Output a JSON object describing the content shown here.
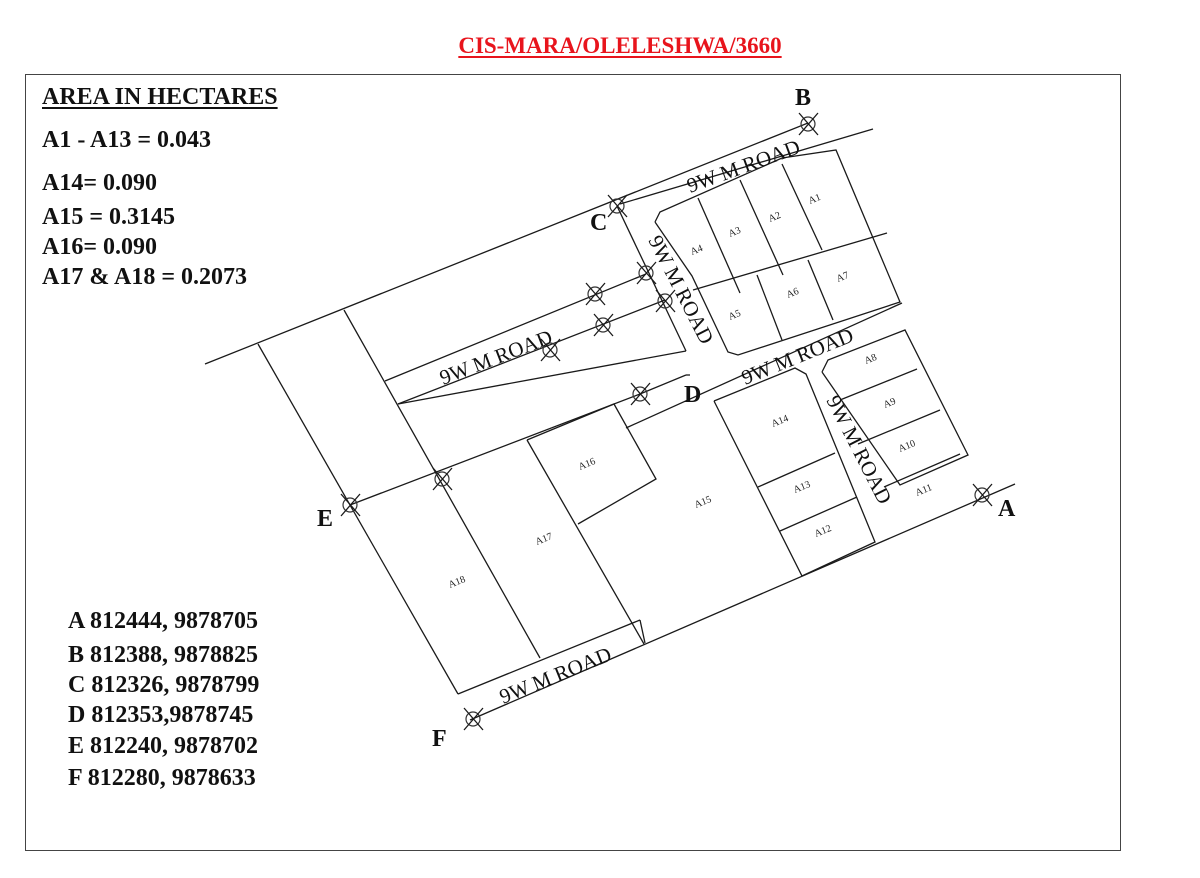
{
  "title": "CIS-MARA/OLELESHWA/3660",
  "colors": {
    "title": "#e8141c",
    "lines": "#1a1a1a",
    "frame": "#444444"
  },
  "area_legend": {
    "heading": "AREA IN  HECTARES",
    "lines": [
      "A1 - A13 = 0.043",
      "A14= 0.090",
      "A15 = 0.3145",
      "A16= 0.090",
      "A17 & A18 = 0.2073"
    ]
  },
  "coordinates": {
    "lines": [
      "A 812444, 9878705",
      "B 812388, 9878825",
      "C 812326, 9878799",
      "D 812353,9878745",
      "E 812240, 9878702",
      "F 812280, 9878633"
    ]
  },
  "points": {
    "A": "A",
    "B": "B",
    "C": "C",
    "D": "D",
    "E": "E",
    "F": "F"
  },
  "roads": {
    "top": "9W M ROAD",
    "vertical_left": "9W M ROAD",
    "middle_left": "9W M ROAD",
    "middle_right": "9W M ROAD",
    "vertical_right": "9W M ROAD",
    "bottom": "9W M ROAD"
  },
  "plots": {
    "A1": "A1",
    "A2": "A2",
    "A3": "A3",
    "A4": "A4",
    "A5": "A5",
    "A6": "A6",
    "A7": "A7",
    "A8": "A8",
    "A9": "A9",
    "A10": "A10",
    "A11": "A11",
    "A12": "A12",
    "A13": "A13",
    "A14": "A14",
    "A15": "A15",
    "A16": "A16",
    "A17": "A17",
    "A18": "A18"
  }
}
